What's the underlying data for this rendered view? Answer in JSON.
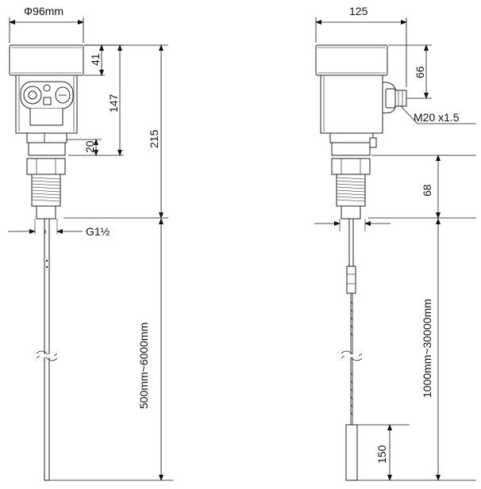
{
  "left_view": {
    "diameter_label": "Φ96mm",
    "dim_top": "41",
    "dim_mid": "147",
    "dim_small": "20",
    "dim_total": "215",
    "thread_label": "G1½",
    "probe_length": "500mm~6000mm"
  },
  "right_view": {
    "width_label": "125",
    "dim_top": "66",
    "gland_label": "M20 x1.5",
    "dim_mid": "68",
    "probe_length": "1000mm~30000mm",
    "weight_length": "150"
  }
}
